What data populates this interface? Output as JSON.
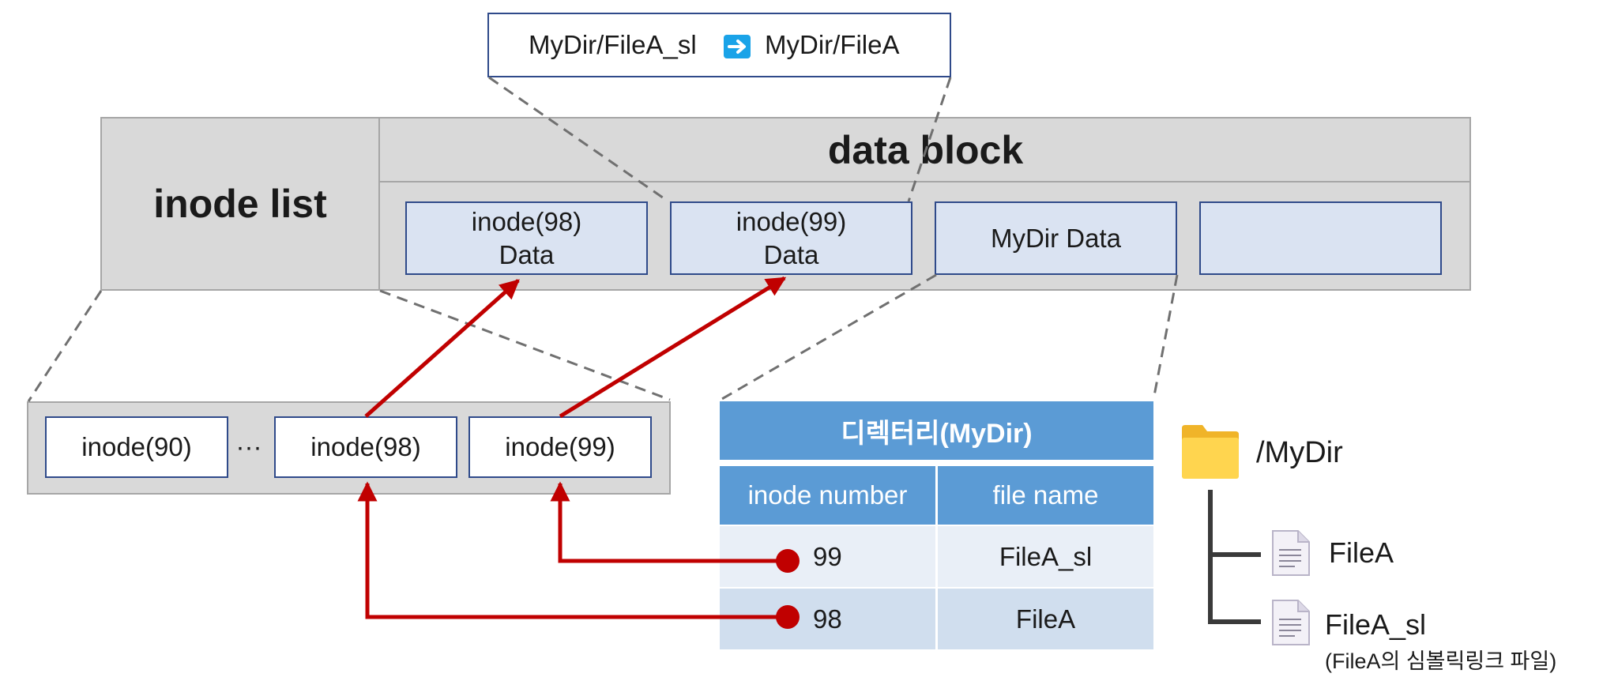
{
  "callout": {
    "symlink_path": "MyDir/FileA_sl",
    "target_path": "MyDir/FileA"
  },
  "inode_list_label": "inode list",
  "data_block": {
    "label": "data block",
    "blocks": [
      {
        "line1": "inode(98)",
        "line2": "Data"
      },
      {
        "line1": "inode(99)",
        "line2": "Data"
      },
      {
        "line1": "MyDir Data",
        "line2": ""
      },
      {
        "line1": "",
        "line2": ""
      }
    ]
  },
  "inodes": {
    "first": "inode(90)",
    "ellipsis": "···",
    "second": "inode(98)",
    "third": "inode(99)"
  },
  "directory": {
    "title": "디렉터리(MyDir)",
    "columns": [
      "inode number",
      "file name"
    ],
    "rows": [
      {
        "inode": "99",
        "name": "FileA_sl"
      },
      {
        "inode": "98",
        "name": "FileA"
      }
    ]
  },
  "tree": {
    "root": "/MyDir",
    "file1": "FileA",
    "file2": "FileA_sl",
    "file2_note": "(FileA의 심볼릭링크 파일)"
  },
  "colors": {
    "arrow_red": "#c00000",
    "header_blue": "#5b9bd5",
    "block_border": "#2f4a8a",
    "panel_gray": "#d9d9d9",
    "folder_yellow": "#ffd54f",
    "shortcut_blue": "#1aa3e8"
  }
}
